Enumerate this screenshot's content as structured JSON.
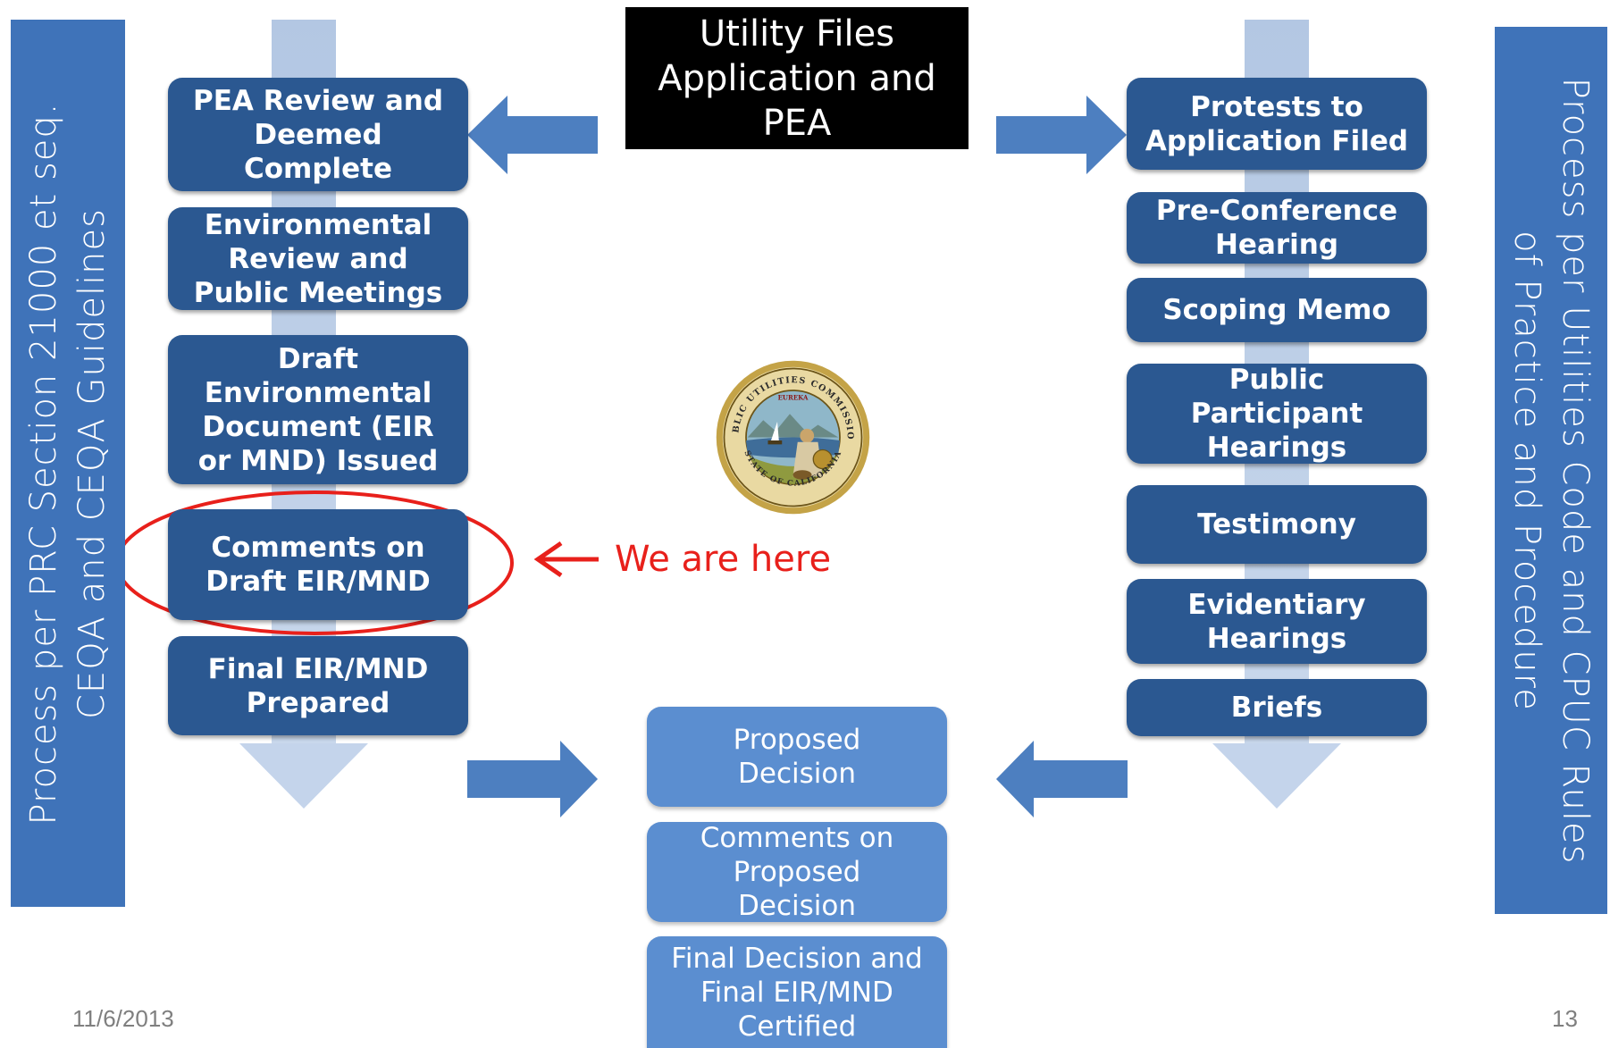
{
  "left_side_label": {
    "line1": "Process per PRC Section 21000 et seq.",
    "line2": "CEQA and CEQA Guidelines"
  },
  "right_side_label": {
    "line1": "Process per Utilities Code and CPUC Rules",
    "line2": "of Practice and Procedure"
  },
  "top_box": {
    "line1": "Utility Files",
    "line2": "Application and",
    "line3": "PEA"
  },
  "ceqa_steps": [
    {
      "label": "PEA Review and Deemed Complete"
    },
    {
      "label": "Environmental Review and Public Meetings"
    },
    {
      "label": "Draft Environmental Document (EIR or MND) Issued"
    },
    {
      "label": "Comments on Draft EIR/MND"
    },
    {
      "label": "Final EIR/MND Prepared"
    }
  ],
  "cpuc_steps": [
    {
      "label": "Protests to Application Filed"
    },
    {
      "label": "Pre-Conference Hearing"
    },
    {
      "label": "Scoping Memo"
    },
    {
      "label": "Public Participant Hearings"
    },
    {
      "label": "Testimony"
    },
    {
      "label": "Evidentiary Hearings"
    },
    {
      "label": "Briefs"
    }
  ],
  "decision_steps": [
    {
      "label": "Proposed Decision"
    },
    {
      "label": "Comments on Proposed Decision"
    },
    {
      "label": "Final Decision and Final EIR/MND Certified"
    }
  ],
  "marker": {
    "text": "We are here",
    "color": "#e8201b"
  },
  "seal": {
    "top_text": "PUBLIC UTILITIES COMMISSION",
    "motto": "EUREKA",
    "bottom_text": "STATE OF CALIFORNIA"
  },
  "footer": {
    "date": "11/6/2013",
    "page_number": "13"
  },
  "colors": {
    "dark_box": "#2b5891",
    "light_box": "#5b8ed0",
    "arrow": "#4d7fc0",
    "flow_column": "#bccee6",
    "side_panel": "#3f73b9"
  }
}
